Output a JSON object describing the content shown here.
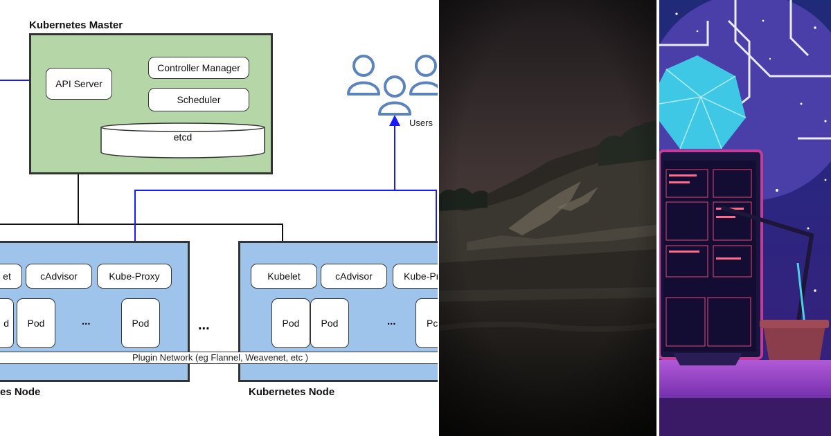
{
  "diagram": {
    "master_title": "Kubernetes Master",
    "api_server": "API Server",
    "controller_manager": "Controller Manager",
    "scheduler": "Scheduler",
    "etcd": "etcd",
    "users_label": "Users",
    "ellipsis_between": "...",
    "plugin_network": "Plugin Network (eg Flannel, Weavenet, etc )",
    "node_left": {
      "title": "es Node",
      "kubelet": "et",
      "cadvisor": "cAdvisor",
      "kube_proxy": "Kube-Proxy",
      "pods": [
        "d",
        "Pod",
        "...",
        "Pod"
      ]
    },
    "node_right": {
      "title": "Kubernetes Node",
      "kubelet": "Kubelet",
      "cadvisor": "cAdvisor",
      "kube_proxy": "Kube-Pr",
      "pods": [
        "Pod",
        "Pod",
        "...",
        "Pc"
      ]
    }
  },
  "colors": {
    "master_fill": "#b5d7a8",
    "node_fill": "#9fc4eb",
    "blue_arrow": "#1a1aff",
    "user_icon": "#5b84be"
  }
}
